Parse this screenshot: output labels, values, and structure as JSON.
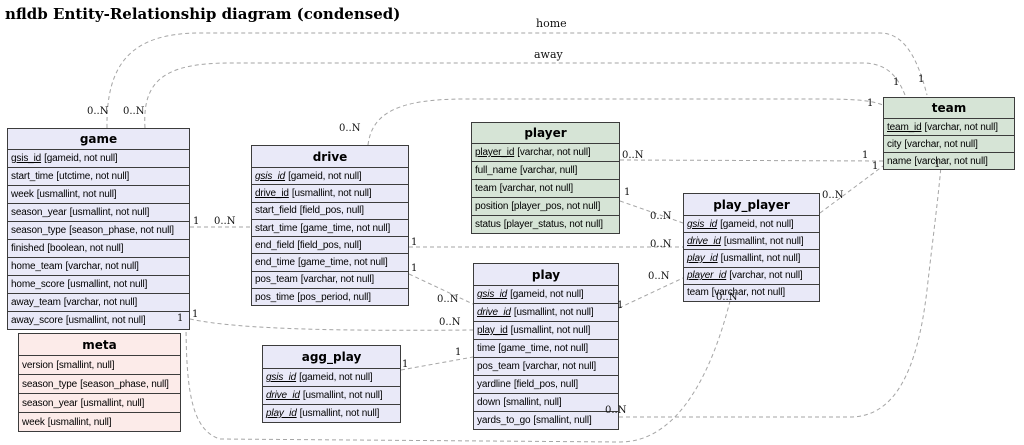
{
  "title": "nfldb Entity-Relationship diagram (condensed)",
  "colors": {
    "entity_purple": "#e9e9f8",
    "entity_green": "#d6e4d6",
    "entity_pink": "#fcebe9",
    "border": "#3c3c3c",
    "line": "#a5a5a5"
  },
  "tables": [
    {
      "name": "game",
      "color": "entity_purple",
      "fields": [
        {
          "name": "gsis_id",
          "type": "[gameid, not null]",
          "pk": true,
          "fk": false
        },
        {
          "name": "start_time",
          "type": "[utctime, not null]",
          "pk": false,
          "fk": false
        },
        {
          "name": "week",
          "type": "[usmallint, not null]",
          "pk": false,
          "fk": false
        },
        {
          "name": "season_year",
          "type": "[usmallint, not null]",
          "pk": false,
          "fk": false
        },
        {
          "name": "season_type",
          "type": "[season_phase, not null]",
          "pk": false,
          "fk": false
        },
        {
          "name": "finished",
          "type": "[boolean, not null]",
          "pk": false,
          "fk": false
        },
        {
          "name": "home_team",
          "type": "[varchar, not null]",
          "pk": false,
          "fk": false
        },
        {
          "name": "home_score",
          "type": "[usmallint, not null]",
          "pk": false,
          "fk": false
        },
        {
          "name": "away_team",
          "type": "[varchar, not null]",
          "pk": false,
          "fk": false
        },
        {
          "name": "away_score",
          "type": "[usmallint, not null]",
          "pk": false,
          "fk": false
        }
      ]
    },
    {
      "name": "drive",
      "color": "entity_purple",
      "fields": [
        {
          "name": "gsis_id",
          "type": "[gameid, not null]",
          "pk": true,
          "fk": true
        },
        {
          "name": "drive_id",
          "type": "[usmallint, not null]",
          "pk": true,
          "fk": false
        },
        {
          "name": "start_field",
          "type": "[field_pos, null]",
          "pk": false,
          "fk": false
        },
        {
          "name": "start_time",
          "type": "[game_time, not null]",
          "pk": false,
          "fk": false
        },
        {
          "name": "end_field",
          "type": "[field_pos, null]",
          "pk": false,
          "fk": false
        },
        {
          "name": "end_time",
          "type": "[game_time, not null]",
          "pk": false,
          "fk": false
        },
        {
          "name": "pos_team",
          "type": "[varchar, not null]",
          "pk": false,
          "fk": false
        },
        {
          "name": "pos_time",
          "type": "[pos_period, null]",
          "pk": false,
          "fk": false
        }
      ]
    },
    {
      "name": "player",
      "color": "entity_green",
      "fields": [
        {
          "name": "player_id",
          "type": "[varchar, not null]",
          "pk": true,
          "fk": false
        },
        {
          "name": "full_name",
          "type": "[varchar, null]",
          "pk": false,
          "fk": false
        },
        {
          "name": "team",
          "type": "[varchar, not null]",
          "pk": false,
          "fk": false
        },
        {
          "name": "position",
          "type": "[player_pos, not null]",
          "pk": false,
          "fk": false
        },
        {
          "name": "status",
          "type": "[player_status, not null]",
          "pk": false,
          "fk": false
        }
      ]
    },
    {
      "name": "play",
      "color": "entity_purple",
      "fields": [
        {
          "name": "gsis_id",
          "type": "[gameid, not null]",
          "pk": true,
          "fk": true
        },
        {
          "name": "drive_id",
          "type": "[usmallint, not null]",
          "pk": true,
          "fk": true
        },
        {
          "name": "play_id",
          "type": "[usmallint, not null]",
          "pk": true,
          "fk": false
        },
        {
          "name": "time",
          "type": "[game_time, not null]",
          "pk": false,
          "fk": false
        },
        {
          "name": "pos_team",
          "type": "[varchar, not null]",
          "pk": false,
          "fk": false
        },
        {
          "name": "yardline",
          "type": "[field_pos, null]",
          "pk": false,
          "fk": false
        },
        {
          "name": "down",
          "type": "[smallint, null]",
          "pk": false,
          "fk": false
        },
        {
          "name": "yards_to_go",
          "type": "[smallint, null]",
          "pk": false,
          "fk": false
        }
      ]
    },
    {
      "name": "play_player",
      "color": "entity_purple",
      "fields": [
        {
          "name": "gsis_id",
          "type": "[gameid, not null]",
          "pk": true,
          "fk": true
        },
        {
          "name": "drive_id",
          "type": "[usmallint, not null]",
          "pk": true,
          "fk": true
        },
        {
          "name": "play_id",
          "type": "[usmallint, not null]",
          "pk": true,
          "fk": true
        },
        {
          "name": "player_id",
          "type": "[varchar, not null]",
          "pk": true,
          "fk": true
        },
        {
          "name": "team",
          "type": "[varchar, not null]",
          "pk": false,
          "fk": false
        }
      ]
    },
    {
      "name": "team",
      "color": "entity_green",
      "fields": [
        {
          "name": "team_id",
          "type": "[varchar, not null]",
          "pk": true,
          "fk": false
        },
        {
          "name": "city",
          "type": "[varchar, not null]",
          "pk": false,
          "fk": false
        },
        {
          "name": "name",
          "type": "[varchar, not null]",
          "pk": false,
          "fk": false
        }
      ]
    },
    {
      "name": "meta",
      "color": "entity_pink",
      "fields": [
        {
          "name": "version",
          "type": "[smallint, null]",
          "pk": false,
          "fk": false
        },
        {
          "name": "season_type",
          "type": "[season_phase, null]",
          "pk": false,
          "fk": false
        },
        {
          "name": "season_year",
          "type": "[usmallint, null]",
          "pk": false,
          "fk": false
        },
        {
          "name": "week",
          "type": "[usmallint, null]",
          "pk": false,
          "fk": false
        }
      ]
    },
    {
      "name": "agg_play",
      "color": "entity_purple",
      "fields": [
        {
          "name": "gsis_id",
          "type": "[gameid, not null]",
          "pk": true,
          "fk": true
        },
        {
          "name": "drive_id",
          "type": "[usmallint, not null]",
          "pk": true,
          "fk": true
        },
        {
          "name": "play_id",
          "type": "[usmallint, not null]",
          "pk": true,
          "fk": true
        }
      ]
    }
  ],
  "relationships": [
    {
      "from": "game",
      "to": "team",
      "label": "home",
      "from_card": "0..N",
      "to_card": "1"
    },
    {
      "from": "game",
      "to": "team",
      "label": "away",
      "from_card": "0..N",
      "to_card": "1"
    },
    {
      "from": "game",
      "to": "drive",
      "from_card": "1",
      "to_card": "0..N"
    },
    {
      "from": "drive",
      "to": "team",
      "from_card": "0..N",
      "to_card": "1"
    },
    {
      "from": "player",
      "to": "team",
      "from_card": "0..N",
      "to_card": "1"
    },
    {
      "from": "play_player",
      "to": "team",
      "from_card": "0..N",
      "to_card": "1"
    },
    {
      "from": "drive",
      "to": "play_player",
      "from_card": "1",
      "to_card": "0..N"
    },
    {
      "from": "drive",
      "to": "play",
      "from_card": "1",
      "to_card": "0..N"
    },
    {
      "from": "player",
      "to": "play_player",
      "from_card": "1",
      "to_card": "0..N"
    },
    {
      "from": "game",
      "to": "play",
      "from_card": "1",
      "to_card": "0..N"
    },
    {
      "from": "game",
      "to": "play_player",
      "from_card": "1",
      "to_card": "0..N"
    },
    {
      "from": "play",
      "to": "play_player",
      "from_card": "1",
      "to_card": "0..N"
    },
    {
      "from": "play",
      "to": "team",
      "from_card": "0..N",
      "to_card": "1"
    },
    {
      "from": "agg_play",
      "to": "play",
      "from_card": "1",
      "to_card": "1"
    }
  ]
}
